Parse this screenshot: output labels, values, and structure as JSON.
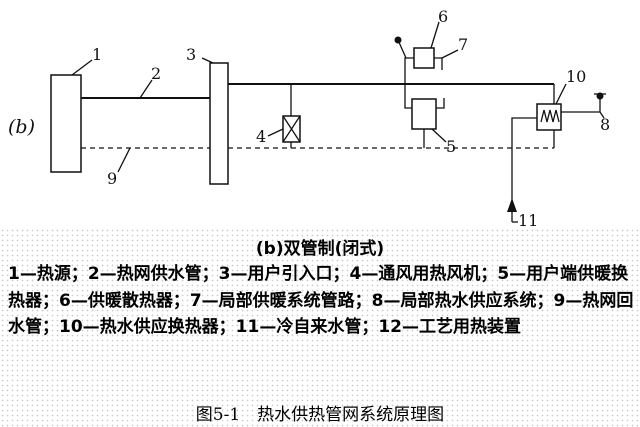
{
  "diagram": {
    "subfigure_label": "(b)",
    "labels": [
      "1",
      "2",
      "3",
      "4",
      "5",
      "6",
      "7",
      "8",
      "9",
      "10",
      "11"
    ]
  },
  "caption": {
    "title": "(b)双管制(闭式)",
    "legend": "1—热源；2—热网供水管；3—用户引入口；4—通风用热风机；5—用户端供暖换热器；6—供暖散热器；7—局部供暖系统管路；8—局部热水供应系统；9—热网回水管；10—热水供应换热器；11—冷自来水管；12—工艺用热装置",
    "figure_caption": "图5-1　热水供热管网系统原理图"
  }
}
